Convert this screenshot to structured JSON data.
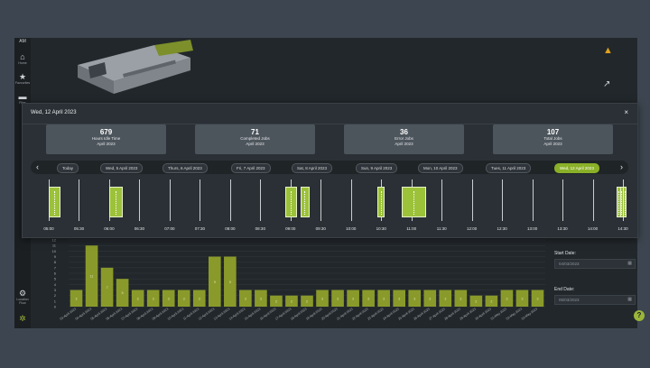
{
  "sidebar": {
    "avatar": "AM",
    "items": [
      {
        "icon": "home-icon",
        "label": "Home"
      },
      {
        "icon": "star-icon",
        "label": "Favourites"
      },
      {
        "icon": "folder-icon",
        "label": "Files"
      }
    ],
    "bottom_item": {
      "icon": "gear-icon",
      "label": "Location Flow"
    }
  },
  "modal": {
    "title": "Wed, 12 April 2023",
    "close": "×",
    "stats": [
      {
        "value": "679",
        "label": "Hours Idle Time",
        "period": "April 2023"
      },
      {
        "value": "71",
        "label": "Completed Jobs",
        "period": "April 2023"
      },
      {
        "value": "36",
        "label": "Error Jobs",
        "period": "April 2023"
      },
      {
        "value": "107",
        "label": "Total Jobs",
        "period": "April 2023"
      }
    ],
    "prev": "‹",
    "next": "›",
    "dates": [
      "Today",
      "Wed, 5 April 2023",
      "Thurs, 6 April 2023",
      "Fri, 7 April 2023",
      "Sat, 8 April 2023",
      "Sun, 9 April 2023",
      "Mon, 10 April 2023",
      "Tues, 11 April 2023",
      "Wed, 12 April 2023"
    ],
    "active_date_index": 8,
    "time_ticks": [
      "05:00",
      "05:30",
      "06:00",
      "06:30",
      "07:00",
      "07:30",
      "08:00",
      "08:30",
      "09:00",
      "09:30",
      "10:00",
      "10:30",
      "11:00",
      "11:30",
      "12:00",
      "12:30",
      "13:00",
      "13:30",
      "14:00",
      "14:30"
    ],
    "jobs": [
      {
        "start": "05:00",
        "end": "05:10"
      },
      {
        "start": "06:00",
        "end": "06:12"
      },
      {
        "start": "08:55",
        "end": "09:05"
      },
      {
        "start": "09:10",
        "end": "09:17"
      },
      {
        "start": "10:26",
        "end": "10:32"
      },
      {
        "start": "10:50",
        "end": "11:13"
      },
      {
        "start": "14:24",
        "end": "14:26"
      },
      {
        "start": "14:27",
        "end": "14:29"
      },
      {
        "start": "14:30",
        "end": "14:32"
      }
    ]
  },
  "chart_data": {
    "type": "bar",
    "color": "#8a9a2a",
    "ylim": [
      0,
      12
    ],
    "yticks": [
      "0",
      "1",
      "2",
      "3",
      "4",
      "5",
      "6",
      "7",
      "8",
      "9",
      "10",
      "11",
      "12"
    ],
    "categories": [
      "03-April-2023",
      "04-April-2023",
      "05-April-2023",
      "06-April-2023",
      "07-April-2023",
      "08-April-2023",
      "09-April-2023",
      "10-April-2023",
      "11-April-2023",
      "12-April-2023",
      "13-April-2023",
      "14-April-2023",
      "15-April-2023",
      "16-April-2023",
      "17-April-2023",
      "18-April-2023",
      "19-April-2023",
      "20-April-2023",
      "21-April-2023",
      "22-April-2023",
      "23-April-2023",
      "24-April-2023",
      "25-April-2023",
      "26-April-2023",
      "27-April-2023",
      "28-April-2023",
      "29-April-2023",
      "30-April-2023",
      "01-May-2023",
      "02-May-2023",
      "03-May-2023"
    ],
    "values": [
      3,
      11,
      7,
      5,
      3,
      3,
      3,
      3,
      3,
      9,
      9,
      3,
      3,
      2,
      2,
      2,
      3,
      3,
      3,
      3,
      3,
      3,
      3,
      3,
      3,
      3,
      2,
      2,
      3,
      3,
      3
    ]
  },
  "filters": {
    "start_label": "Start Date:",
    "start_value": "04/03/2023",
    "end_label": "End Date:",
    "end_value": "05/03/2023"
  },
  "help": "?"
}
